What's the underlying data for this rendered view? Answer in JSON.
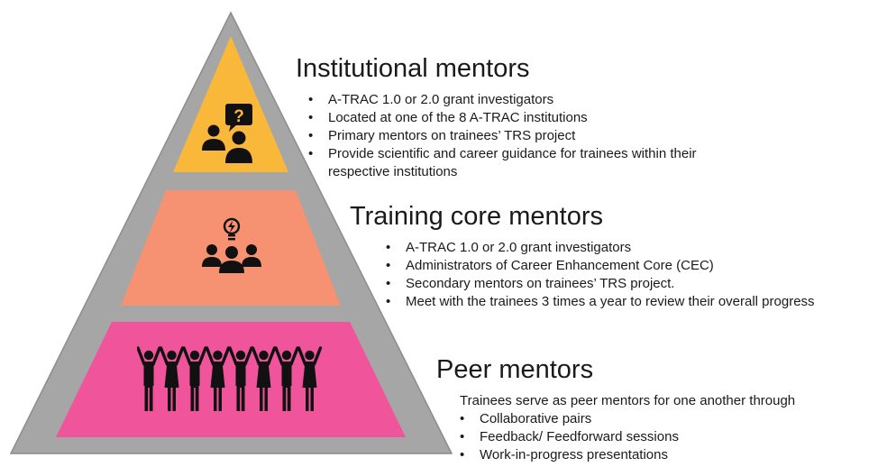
{
  "colors": {
    "frame": "#a6a6a6",
    "frame_stroke": "#8c8c8c",
    "tier1": "#f9b83a",
    "tier2": "#f69272",
    "tier3": "#f0549a",
    "icon": "#111111"
  },
  "tiers": [
    {
      "title": "Institutional mentors",
      "icon": "discussion-question-icon",
      "bullets": [
        "A-TRAC 1.0 or 2.0 grant investigators",
        "Located at one of the 8 A-TRAC institutions",
        "Primary mentors on trainees’ TRS project",
        "Provide scientific and career guidance for trainees within their respective institutions"
      ]
    },
    {
      "title": "Training core mentors",
      "icon": "team-lightbulb-icon",
      "bullets": [
        "A-TRAC 1.0 or 2.0 grant investigators",
        "Administrators of Career Enhancement Core (CEC)",
        "Secondary mentors on trainees’ TRS project.",
        "Meet with the trainees 3 times a year to review their overall progress"
      ]
    },
    {
      "title": "Peer mentors",
      "icon": "group-raised-hands-icon",
      "intro": "Trainees serve as peer mentors for one another through",
      "bullets": [
        "Collaborative pairs",
        "Feedback/ Feedforward sessions",
        "Work-in-progress presentations"
      ]
    }
  ]
}
